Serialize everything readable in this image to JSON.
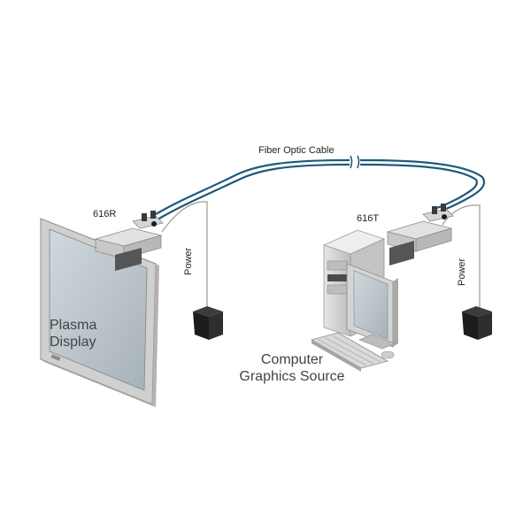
{
  "labels": {
    "fiber_cable": "Fiber Optic Cable",
    "receiver": "616R",
    "transmitter": "616T",
    "power_left": "Power",
    "power_right": "Power",
    "display_line1": "Plasma",
    "display_line2": "Display",
    "source_line1": "Computer",
    "source_line2": "Graphics Source"
  },
  "colors": {
    "fiber": "#1e5a7a",
    "power_cord": "#9a9a9a",
    "device_body": "#d9d9d9",
    "screen": "#b9c3c9",
    "adapter": "#1c1c1c"
  }
}
